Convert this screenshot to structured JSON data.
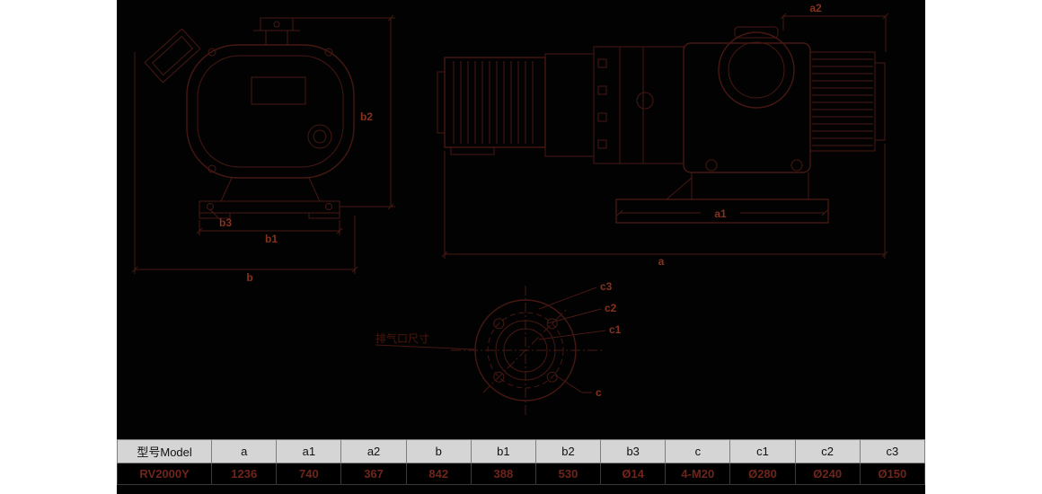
{
  "colors": {
    "page_bg": "#ffffff",
    "bg_black": "#020202",
    "line_color": "#471812",
    "label_color": "#86321e",
    "note_color": "#4e170e",
    "table_header_bg": "#d5d5d5",
    "table_header_text": "#111111",
    "table_value_text": "#70241a"
  },
  "drawing": {
    "labels": {
      "b2": "b2",
      "b3": "b3",
      "b1": "b1",
      "b": "b",
      "a2": "a2",
      "a1": "a1",
      "a": "a",
      "c3": "c3",
      "c2": "c2",
      "c1": "c1",
      "c": "c"
    },
    "note": "排气口尺寸"
  },
  "table": {
    "headers": [
      "型号Model",
      "a",
      "a1",
      "a2",
      "b",
      "b1",
      "b2",
      "b3",
      "c",
      "c1",
      "c2",
      "c3"
    ],
    "rows": [
      [
        "RV2000Y",
        "1236",
        "740",
        "367",
        "842",
        "388",
        "530",
        "Ø14",
        "4-M20",
        "Ø280",
        "Ø240",
        "Ø150"
      ]
    ]
  }
}
